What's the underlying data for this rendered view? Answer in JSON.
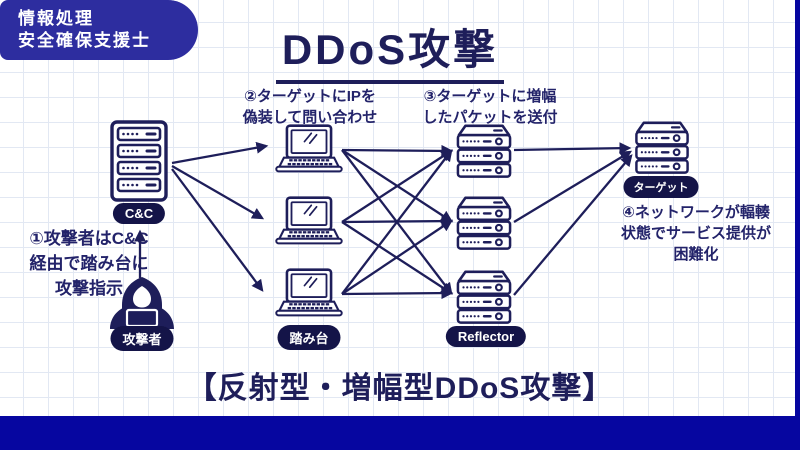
{
  "colors": {
    "ink": "#1e1e5a",
    "badge_bg": "#2d2d9f",
    "pill_bg": "#141448",
    "frame_bar": "#0606a0",
    "grid_line": "#e2e8f3"
  },
  "badge": {
    "lines": [
      "情報処理",
      "安全確保支援士"
    ]
  },
  "title": "DDoS攻撃",
  "caption": "【反射型・増幅型DDoS攻撃】",
  "nodes": {
    "cnc": {
      "label": "C&C"
    },
    "attacker": {
      "label": "攻撃者"
    },
    "stepping_stone": {
      "label": "踏み台"
    },
    "reflector": {
      "label": "Reflector"
    },
    "target": {
      "label": "ターゲット"
    }
  },
  "steps": {
    "step1": {
      "lines": [
        "①攻撃者はC&C",
        "経由で踏み台に",
        "攻撃指示"
      ]
    },
    "step2": {
      "lines": [
        "②ターゲットにIPを",
        "偽装して問い合わせ"
      ]
    },
    "step3": {
      "lines": [
        "③ターゲットに増幅",
        "したパケットを送付"
      ]
    },
    "step4": {
      "lines": [
        "④ネットワークが輻輳",
        "状態でサービス提供が",
        "困難化"
      ]
    }
  }
}
